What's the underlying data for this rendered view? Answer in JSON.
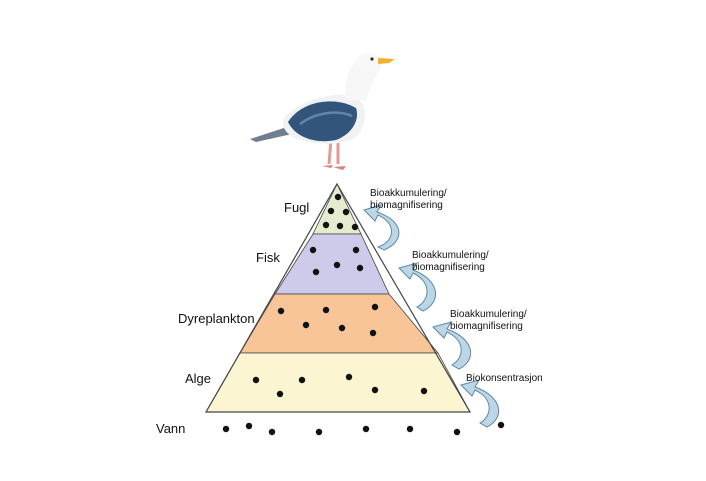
{
  "diagram": {
    "levels": [
      {
        "id": "fugl",
        "label": "Fugl",
        "color": "#e3ecce",
        "dots": 6
      },
      {
        "id": "fisk",
        "label": "Fisk",
        "color": "#cdcbe9",
        "dots": 5
      },
      {
        "id": "dyreplankton",
        "label": "Dyreplankton",
        "color": "#f7c597",
        "dots": 6
      },
      {
        "id": "alge",
        "label": "Alge",
        "color": "#fbf5d2",
        "dots": 6
      }
    ],
    "water": {
      "label": "Vann",
      "dots": 8
    },
    "processes": [
      {
        "line1": "Bioakkumulering/",
        "line2": "biomagnifisering"
      },
      {
        "line1": "Bioakkumulering/",
        "line2": "biomagnifisering"
      },
      {
        "line1": "Bioakkumulering/",
        "line2": "biomagnifisering"
      },
      {
        "line1": "Biokonsentrasjon",
        "line2": ""
      }
    ],
    "colors": {
      "arrow_fill": "#bcd6e5",
      "arrow_stroke": "#5b8aa4",
      "dot": "#111111",
      "outline": "#444444"
    },
    "illustration": "seagull"
  }
}
